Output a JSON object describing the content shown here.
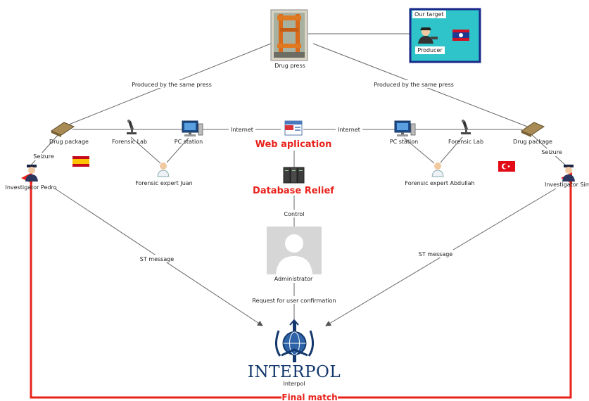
{
  "nodes": {
    "drug_press": "Drug press",
    "target_box_title": "Our target",
    "producer": "Producer",
    "drug_package_left": "Drug package",
    "drug_package_right": "Drug package",
    "forensic_lab_left": "Forensic Lab",
    "forensic_lab_right": "Forensic Lab",
    "pc_station_left": "PC station",
    "pc_station_right": "PC station",
    "web_application": "Web aplication",
    "database": "Database Relief",
    "expert_juan": "Forensic expert Juan",
    "expert_abdullah": "Forensic expert Abdullah",
    "investigator_pedro": "Investigator Pedro",
    "investigator_right": "Investigator Simi",
    "administrator": "Administrator",
    "interpol_logo_text": "INTERPOL",
    "interpol": "Interpol"
  },
  "edges": {
    "produced_left": "Produced by the same press",
    "produced_right": "Produced by the same press",
    "internet_left": "Internet",
    "internet_right": "Internet",
    "seizure_left": "Seizure",
    "seizure_right": "Seizure",
    "control": "Control",
    "st_left": "ST message",
    "st_right": "ST message",
    "request": "Request for user confirmation",
    "final_match": "Final match"
  },
  "colors": {
    "accent_red": "#e8221b",
    "target_box_border": "#1a2a8a",
    "target_box_fill": "#2ec4c9",
    "interpol_blue": "#14386d"
  },
  "icons": {
    "flag_left": "spain-flag",
    "flag_right": "turkey-flag",
    "flag_target": "laos-flag"
  }
}
